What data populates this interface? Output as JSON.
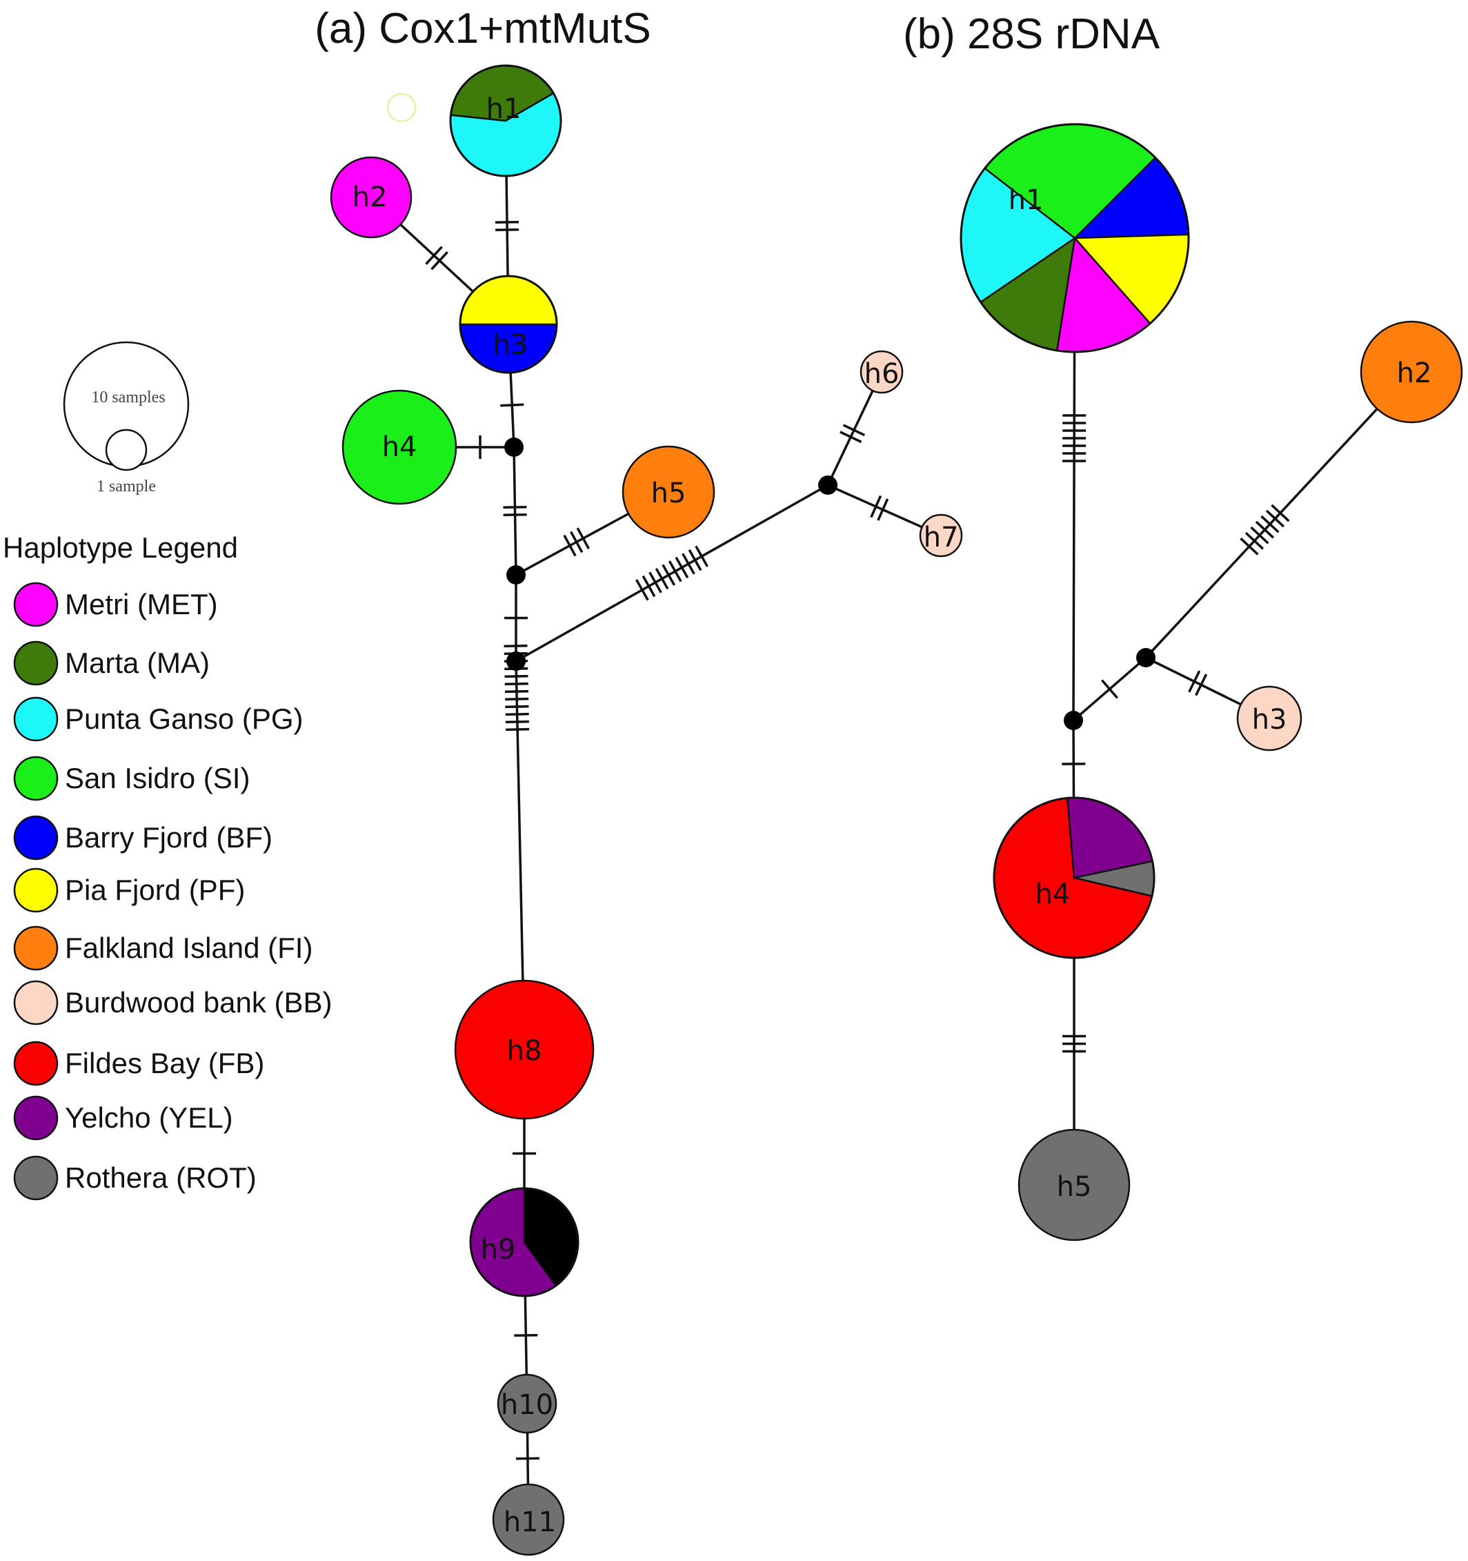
{
  "titles": {
    "a": "(a) Cox1+mtMutS",
    "b": "(b) 28S rDNA"
  },
  "colors": {
    "MET": "#ff00ff",
    "MA": "#3e7b0a",
    "PG": "#1ef7f7",
    "SI": "#1aef1a",
    "BF": "#0000ff",
    "PF": "#ffff00",
    "FI": "#ff7f0e",
    "BB": "#fcd7c6",
    "FB": "#fa0000",
    "YEL": "#800090",
    "ROT": "#707070",
    "OTHER": "#000000"
  },
  "scale": {
    "large_label": "10 samples",
    "small_label": "1 sample"
  },
  "legend": {
    "title": "Haplotype Legend",
    "items": [
      {
        "code": "MET",
        "label": "Metri (MET)"
      },
      {
        "code": "MA",
        "label": "Marta (MA)"
      },
      {
        "code": "PG",
        "label": "Punta Ganso (PG)"
      },
      {
        "code": "SI",
        "label": "San Isidro (SI)"
      },
      {
        "code": "BF",
        "label": "Barry Fjord (BF)"
      },
      {
        "code": "PF",
        "label": "Pia Fjord (PF)"
      },
      {
        "code": "FI",
        "label": "Falkland Island (FI)"
      },
      {
        "code": "BB",
        "label": "Burdwood bank (BB)"
      },
      {
        "code": "FB",
        "label": "Fildes Bay (FB)"
      },
      {
        "code": "YEL",
        "label": "Yelcho (YEL)"
      },
      {
        "code": "ROT",
        "label": "Rothera (ROT)"
      }
    ]
  },
  "network_a": {
    "haplotypes": [
      {
        "id": "h1",
        "label": "h1",
        "slices": [
          {
            "code": "PG",
            "share": 0.6
          },
          {
            "code": "MA",
            "share": 0.4
          }
        ]
      },
      {
        "id": "h2",
        "label": "h2",
        "slices": [
          {
            "code": "MET",
            "share": 1
          }
        ]
      },
      {
        "id": "h3",
        "label": "h3",
        "slices": [
          {
            "code": "BF",
            "share": 0.5
          },
          {
            "code": "PF",
            "share": 0.5
          }
        ]
      },
      {
        "id": "h4",
        "label": "h4",
        "slices": [
          {
            "code": "SI",
            "share": 1
          }
        ]
      },
      {
        "id": "h5",
        "label": "h5",
        "slices": [
          {
            "code": "FI",
            "share": 1
          }
        ]
      },
      {
        "id": "h6",
        "label": "h6",
        "slices": [
          {
            "code": "BB",
            "share": 1
          }
        ]
      },
      {
        "id": "h7",
        "label": "h7",
        "slices": [
          {
            "code": "BB",
            "share": 1
          }
        ]
      },
      {
        "id": "h8",
        "label": "h8",
        "slices": [
          {
            "code": "FB",
            "share": 1
          }
        ]
      },
      {
        "id": "h9",
        "label": "h9",
        "slices": [
          {
            "code": "OTHER",
            "share": 0.4
          },
          {
            "code": "YEL",
            "share": 0.6
          }
        ]
      },
      {
        "id": "h10",
        "label": "h10",
        "slices": [
          {
            "code": "ROT",
            "share": 1
          }
        ]
      },
      {
        "id": "h11",
        "label": "h11",
        "slices": [
          {
            "code": "ROT",
            "share": 1
          }
        ]
      }
    ],
    "edges": [
      {
        "from": "h1",
        "to": "h3",
        "mutations": 2
      },
      {
        "from": "h2",
        "to": "h3",
        "mutations": 2
      },
      {
        "from": "h3",
        "to": "m1",
        "mutations": 1
      },
      {
        "from": "h4",
        "to": "m1",
        "mutations": 1
      },
      {
        "from": "m1",
        "to": "m2",
        "mutations": 2
      },
      {
        "from": "m2",
        "to": "h5",
        "mutations": 3
      },
      {
        "from": "m2",
        "to": "m3",
        "mutations": 1
      },
      {
        "from": "m3",
        "to": "m4",
        "mutations": 10
      },
      {
        "from": "m4",
        "to": "h6",
        "mutations": 2
      },
      {
        "from": "m4",
        "to": "h7",
        "mutations": 2
      },
      {
        "from": "m3",
        "to": "h8",
        "mutations": 12
      },
      {
        "from": "h8",
        "to": "h9",
        "mutations": 1
      },
      {
        "from": "h9",
        "to": "h10",
        "mutations": 1
      },
      {
        "from": "h10",
        "to": "h11",
        "mutations": 1
      }
    ]
  },
  "network_b": {
    "haplotypes": [
      {
        "id": "h1",
        "label": "h1",
        "slices": [
          {
            "code": "BF",
            "share": 0.12
          },
          {
            "code": "PF",
            "share": 0.14
          },
          {
            "code": "MET",
            "share": 0.14
          },
          {
            "code": "MA",
            "share": 0.13
          },
          {
            "code": "PG",
            "share": 0.2
          },
          {
            "code": "SI",
            "share": 0.27
          }
        ]
      },
      {
        "id": "h2",
        "label": "h2",
        "slices": [
          {
            "code": "FI",
            "share": 1
          }
        ]
      },
      {
        "id": "h3",
        "label": "h3",
        "slices": [
          {
            "code": "BB",
            "share": 1
          }
        ]
      },
      {
        "id": "h4",
        "label": "h4",
        "slices": [
          {
            "code": "ROT",
            "share": 0.07
          },
          {
            "code": "FB",
            "share": 0.7
          },
          {
            "code": "YEL",
            "share": 0.23
          }
        ]
      },
      {
        "id": "h5",
        "label": "h5",
        "slices": [
          {
            "code": "ROT",
            "share": 1
          }
        ]
      }
    ],
    "edges": [
      {
        "from": "h1",
        "to": "n1",
        "mutations": 7
      },
      {
        "from": "n1",
        "to": "n2",
        "mutations": 1
      },
      {
        "from": "n2",
        "to": "h2",
        "mutations": 7
      },
      {
        "from": "n2",
        "to": "h3",
        "mutations": 2
      },
      {
        "from": "n1",
        "to": "h4",
        "mutations": 1
      },
      {
        "from": "h4",
        "to": "h5",
        "mutations": 3
      }
    ]
  }
}
